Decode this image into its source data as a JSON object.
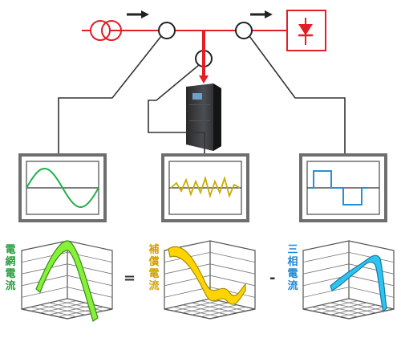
{
  "labels": {
    "grid_current": "電\n網\n電\n流",
    "compensation_current": "補\n償\n電\n流",
    "three_phase_current": "三\n相\n電\n流",
    "equals_sign": "=",
    "minus_sign": "-"
  },
  "colors": {
    "bus_line": "#e31e24",
    "wire": "#333333",
    "monitor_frame": "#6e6e6e",
    "grid_wave": "#22b04b",
    "compensation_wave": "#f5d000",
    "three_phase_wave": "#2a8fd0",
    "grid_label": "#2ea043",
    "compensation_label": "#d0a300",
    "three_phase_label": "#1b88d6"
  },
  "icons": [
    "transformer-icon",
    "ct-sensor-icon",
    "power-flow-arrow-icon",
    "rectifier-load-icon",
    "active-filter-cabinet-icon"
  ]
}
